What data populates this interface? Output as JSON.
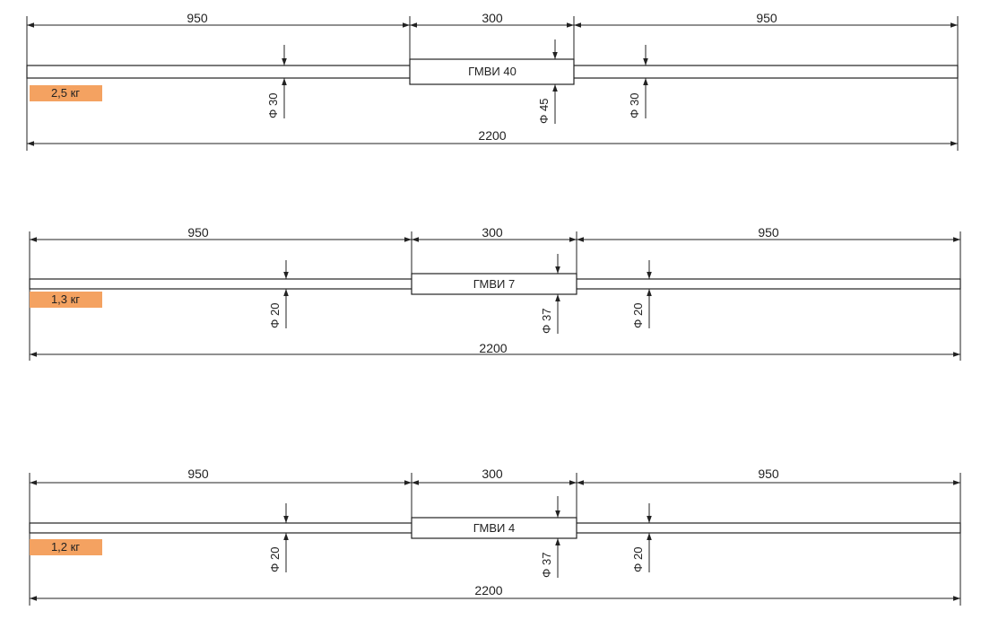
{
  "accent_color": "#F4A261",
  "line_color": "#222222",
  "bars": [
    {
      "name": "ГМВИ 40",
      "weight": "2,5 кг",
      "dim_left": "950",
      "dim_center": "300",
      "dim_right": "950",
      "dim_total": "2200",
      "dia_left": "Φ 30",
      "dia_center": "Φ 45",
      "dia_right": "Φ 30"
    },
    {
      "name": "ГМВИ 7",
      "weight": "1,3 кг",
      "dim_left": "950",
      "dim_center": "300",
      "dim_right": "950",
      "dim_total": "2200",
      "dia_left": "Φ 20",
      "dia_center": "Φ 37",
      "dia_right": "Φ 20"
    },
    {
      "name": "ГМВИ 4",
      "weight": "1,2 кг",
      "dim_left": "950",
      "dim_center": "300",
      "dim_right": "950",
      "dim_total": "2200",
      "dia_left": "Φ 20",
      "dia_center": "Φ 37",
      "dia_right": "Φ 20"
    }
  ]
}
